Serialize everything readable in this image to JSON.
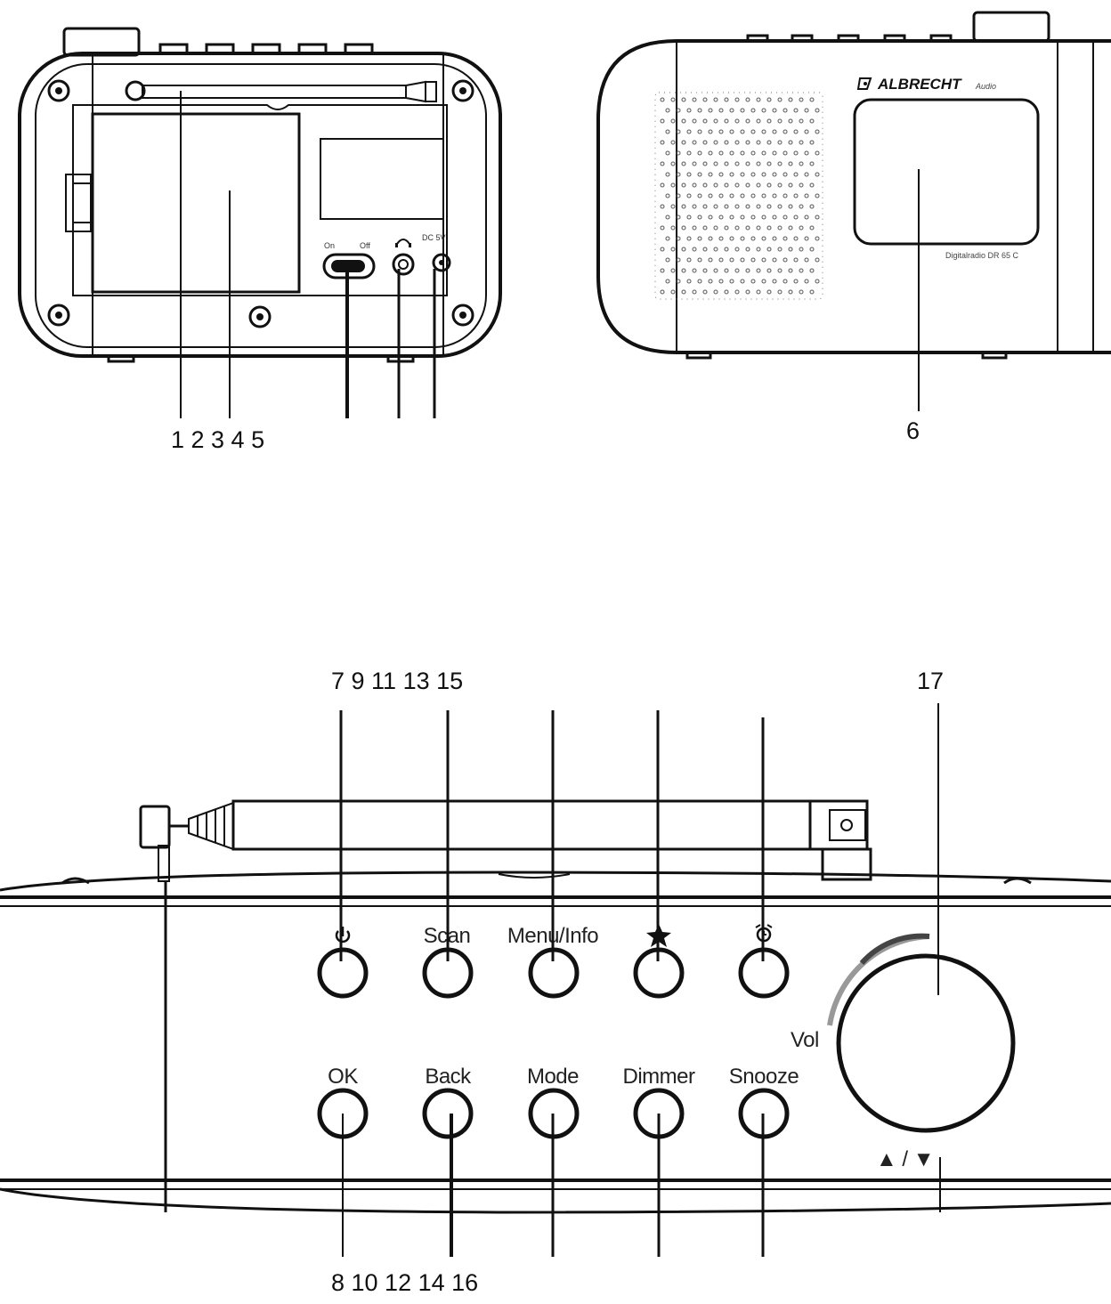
{
  "callouts": {
    "back_numbers": "1 2 3 4 5",
    "front_number": "6",
    "top_numbers": "7 9 11 13 15",
    "knob_number": "17",
    "bottom_numbers": "8 10 12 14 16"
  },
  "back_panel": {
    "switch_on": "On",
    "switch_off": "Off",
    "dc_label": "DC 5V"
  },
  "front_panel": {
    "brand": "ALBRECHT",
    "brand_suffix": "Audio",
    "model": "Digitalradio DR 65 C"
  },
  "top_buttons": [
    {
      "label": ""
    },
    {
      "label": "Scan"
    },
    {
      "label": "Menu/Info"
    },
    {
      "label": ""
    },
    {
      "label": ""
    }
  ],
  "bottom_buttons": [
    {
      "label": "OK"
    },
    {
      "label": "Back"
    },
    {
      "label": "Mode"
    },
    {
      "label": "Dimmer"
    },
    {
      "label": "Snooze"
    }
  ],
  "knob": {
    "vol_label": "Vol",
    "arrows": "▲ / ▼"
  },
  "icons": {
    "power": "power-icon",
    "favorite": "star-icon",
    "alarm": "alarm-clock-icon",
    "headphone": "headphone-icon"
  }
}
